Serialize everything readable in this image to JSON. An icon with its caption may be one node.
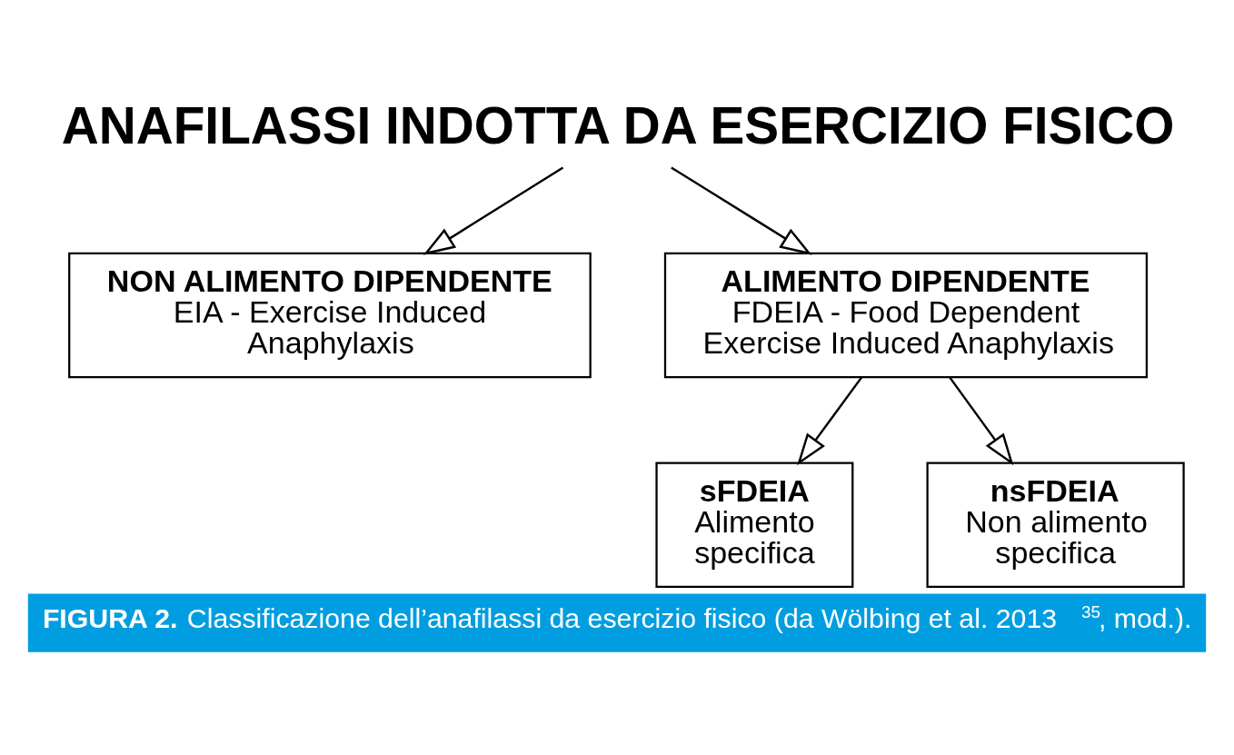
{
  "diagram": {
    "caption": "**FIGURA 2.** Classificazione dell’anafilassi da esercizio fisico (da Wölbing et al. 2013 $^{35}$, mod.).",
    "nodes": [
      {
        "text": [
          "ANAFILASSI INDOTTA DA ESERCIZIO FISICO"
        ]
      },
      {
        "text": [
          "NON ALIMENTO DIPENDENTE",
          "EIA - Exercise Induced Anaphylaxis"
        ]
      },
      {
        "text": [
          "ALIMENTO DIPENDENTE",
          "FDEIA - Food Dependent Exercise Induced Anaphylaxis"
        ]
      },
      {
        "text": [
          "sFDEIA",
          "Alimento specifica"
        ]
      },
      {
        "text": [
          "nsFDEIA",
          "Non alimento specifica"
        ]
      }
    ],
    "edges": [
      {
        "from": 0,
        "to": 1,
        "arrow": "to"
      },
      {
        "from": 0,
        "to": 2,
        "arrow": "to"
      },
      {
        "from": 2,
        "to": 3,
        "arrow": "to"
      },
      {
        "from": 2,
        "to": 4,
        "arrow": "to"
      }
    ]
  }
}
